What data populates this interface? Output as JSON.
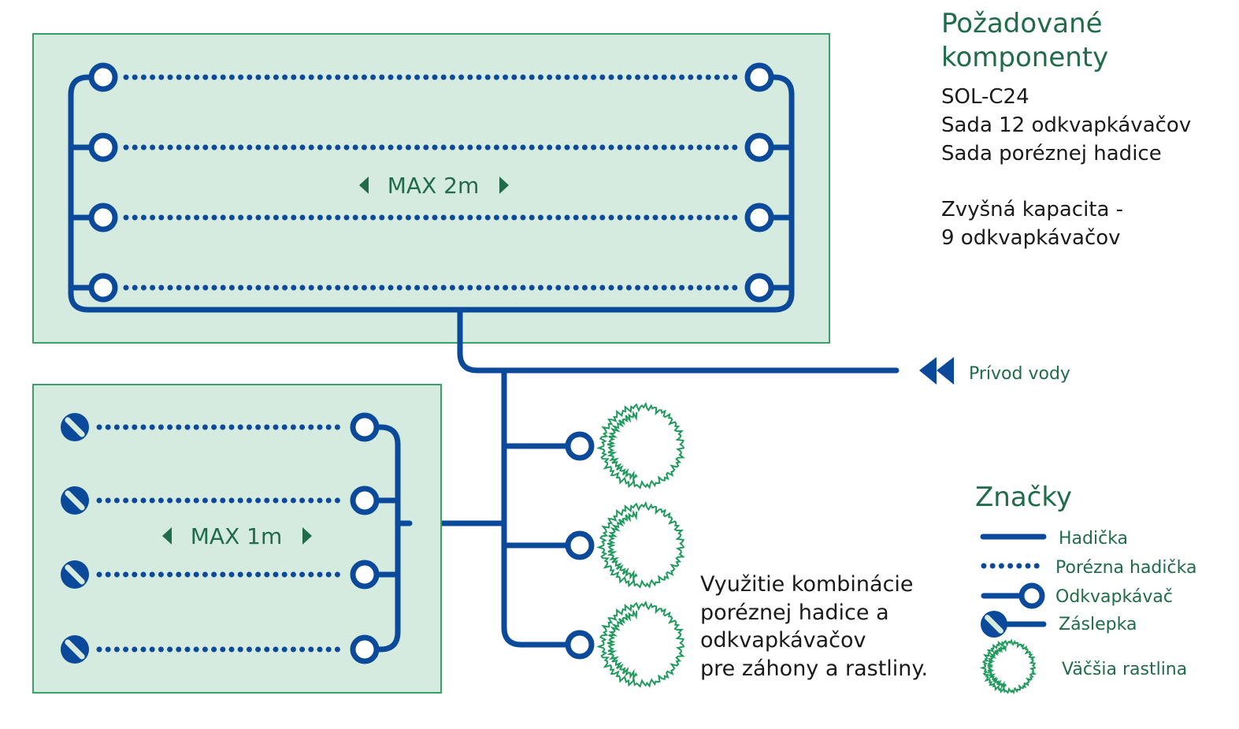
{
  "colors": {
    "pipe": "#0b4a9b",
    "text_green": "#1f6b4a",
    "box_fill": "#d6ebe0",
    "box_border": "#3aa06a",
    "plant": "#1f9a5c"
  },
  "top_area": {
    "label": "MAX 2m"
  },
  "bottom_area": {
    "label": "MAX 1m"
  },
  "water_supply": {
    "label": "Prívod vody"
  },
  "components": {
    "title_line1": "Požadované",
    "title_line2": "komponenty",
    "items": [
      "SOL-C24",
      "Sada 12 odkvapkávačov",
      "Sada poréznej hadice"
    ],
    "capacity_line1": "Zvyšná kapacita -",
    "capacity_line2": "9 odkvapkávačov"
  },
  "note": {
    "lines": [
      "Využitie kombinácie",
      "poréznej hadice a",
      "odkvapkávačov",
      "pre záhony a rastliny."
    ]
  },
  "legend": {
    "title": "Značky",
    "items": [
      {
        "icon": "hose-icon",
        "label": "Hadička"
      },
      {
        "icon": "porous-hose-icon",
        "label": "Porézna hadička"
      },
      {
        "icon": "dripper-icon",
        "label": "Odkvapkávač"
      },
      {
        "icon": "end-cap-icon",
        "label": "Záslepka"
      },
      {
        "icon": "large-plant-icon",
        "label": "Väčšia rastlina"
      }
    ]
  }
}
